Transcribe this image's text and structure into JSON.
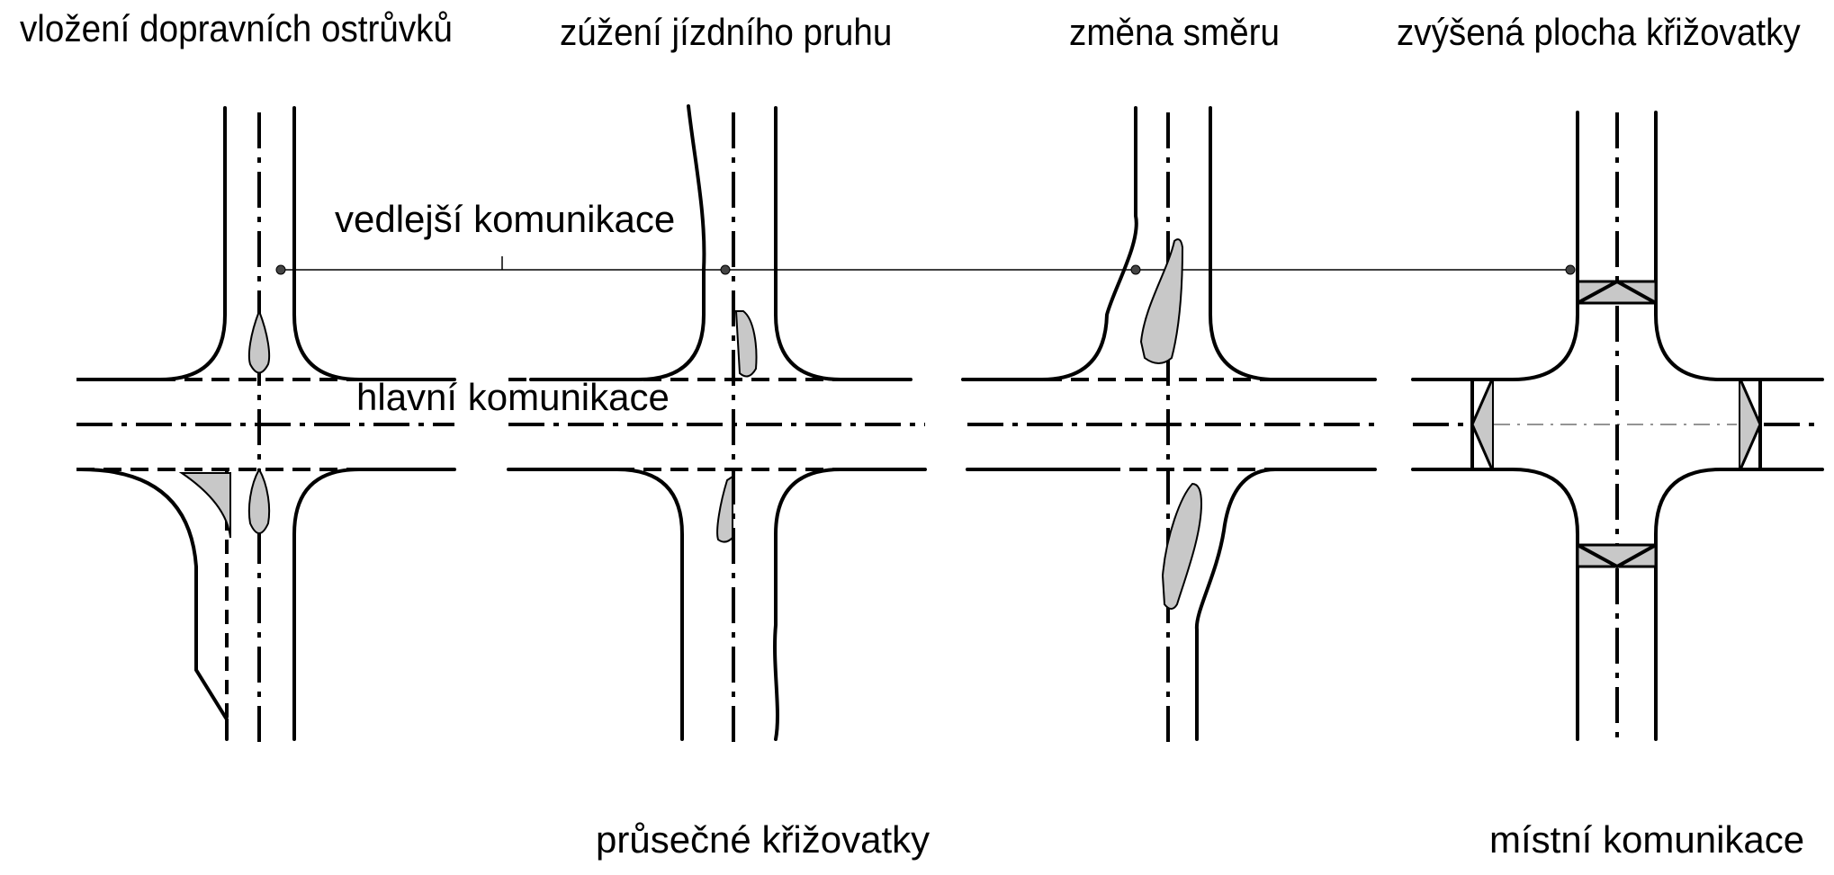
{
  "titles": {
    "islands": "vložení dopravních ostrůvků",
    "narrowing": "zúžení jízdního pruhu",
    "deflection": "změna směru",
    "raised": "zvýšená plocha křižovatky"
  },
  "annotations": {
    "secondary_road": "vedlejší komunikace",
    "main_road": "hlavní komunikace",
    "intersections": "průsečné křižovatky",
    "local_road": "místní komunikace"
  },
  "colors": {
    "stroke": "#000000",
    "island_fill": "#c8c8c8",
    "background": "#ffffff"
  }
}
